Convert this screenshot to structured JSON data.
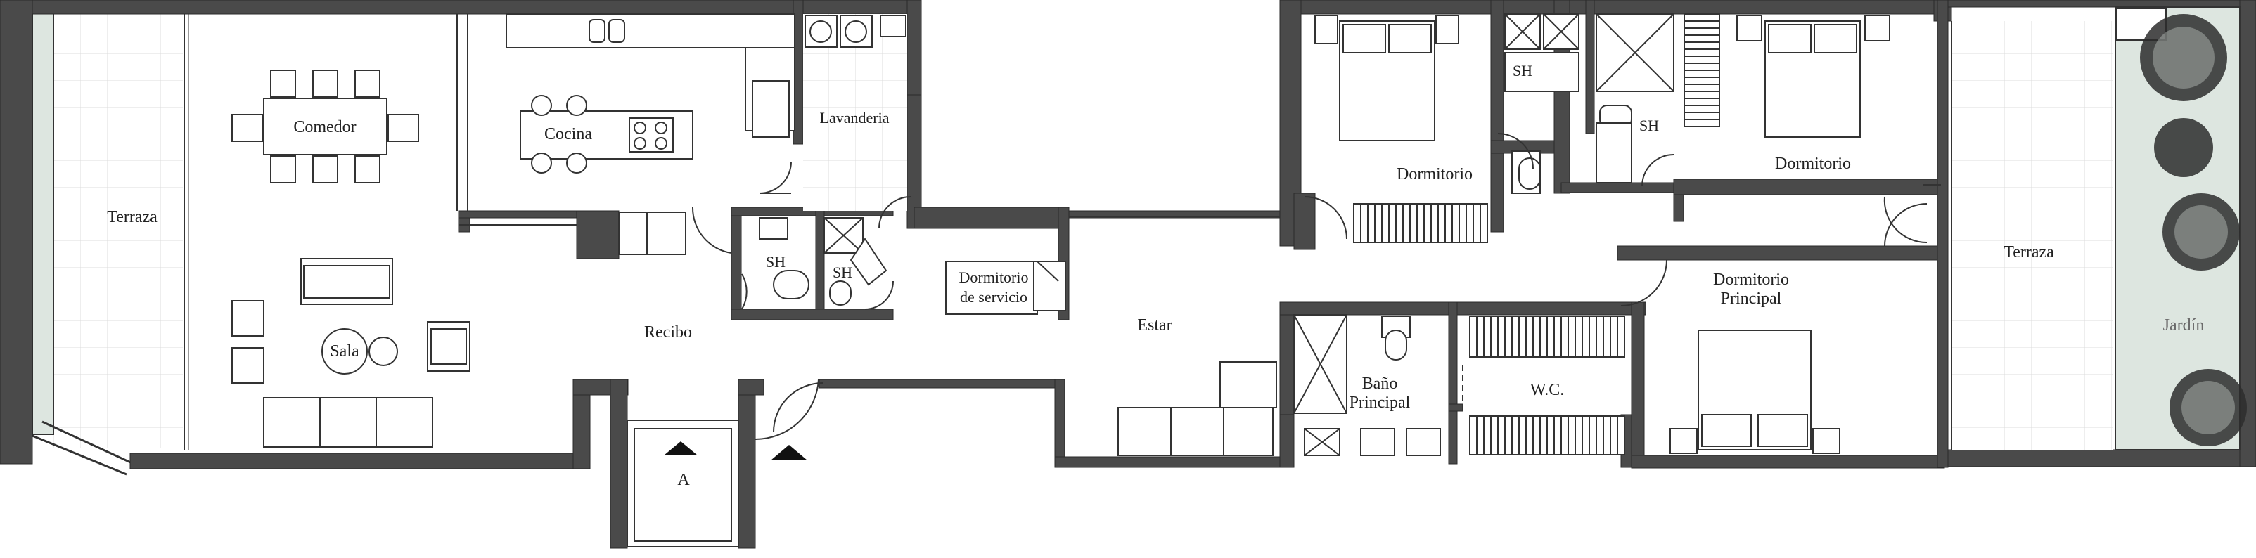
{
  "rooms": {
    "terraza_left": "Terraza",
    "comedor": "Comedor",
    "cocina": "Cocina",
    "lavanderia": "Lavanderia",
    "sala": "Sala",
    "recibo": "Recibo",
    "sh_service": "SH",
    "sh_service2": "SH",
    "dormitorio_servicio_1": "Dormitorio",
    "dormitorio_servicio_2": "de servicio",
    "elevator": "A",
    "estar": "Estar",
    "dormitorio_1": "Dormitorio",
    "sh_1": "SH",
    "sh_2": "SH",
    "dormitorio_2": "Dormitorio",
    "dormitorio_principal_1": "Dormitorio",
    "dormitorio_principal_2": "Principal",
    "bano_principal_1": "Baño",
    "bano_principal_2": "Principal",
    "wc": "W.C.",
    "terraza_right": "Terraza",
    "jardin": "Jardín"
  },
  "colors": {
    "wall": "#4a4a4a",
    "garden": "#dde6e0",
    "terrace_glass": "#dde6e0",
    "tile": "#d6d6d6"
  }
}
